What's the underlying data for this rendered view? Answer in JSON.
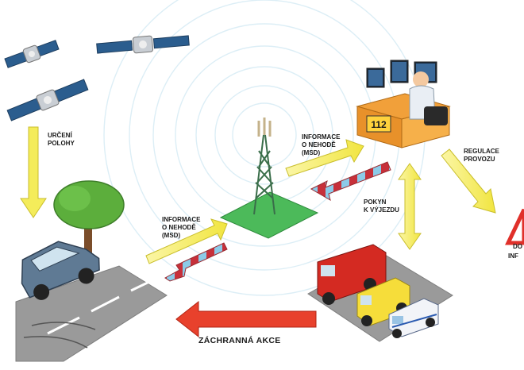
{
  "labels": {
    "urceni_polohy": "URČENÍ\nPOLOHY",
    "info_left": "INFORMACE\nO NEHODĚ\n(MSD)",
    "info_right": "INFORMACE\nO NEHODĚ\n(MSD)",
    "pokyn": "POKYN\nK VÝJEZDU",
    "regulace": "REGULACE\nPROVOZU",
    "zachranna": "ZÁCHRANNÁ AKCE",
    "cut_do": "DO",
    "cut_inf": "INF",
    "call_center": "112"
  },
  "colors": {
    "arrow_yellow": "#f4ec5a",
    "arrow_blue_stripe": "#8ccbe8",
    "arrow_red": "#c7303a",
    "rescue_arrow": "#e8412c",
    "tower": "#3a6e4a",
    "ground_green": "#4cba5a",
    "road": "#9a9a9a",
    "tree": "#5cae3c"
  }
}
